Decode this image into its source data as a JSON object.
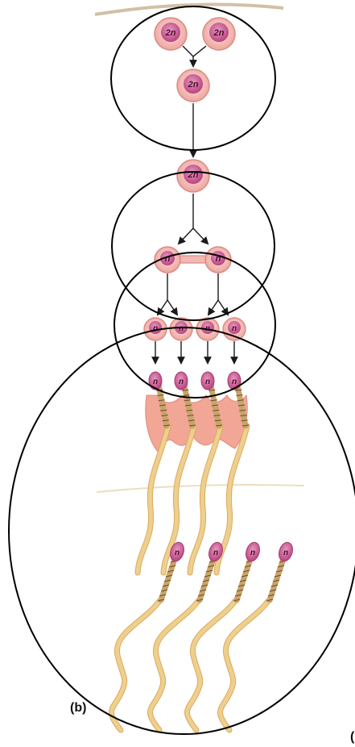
{
  "panel_label": "(b)",
  "edge_fragment": "(",
  "cell_labels": {
    "spermatogonium_a": "2n",
    "spermatogonium_b": "2n",
    "spermatogonium_c": "2n",
    "primary_spermatocyte": "2n",
    "secondary_left": "n",
    "secondary_right": "n",
    "spermatid_1": "n",
    "spermatid_2": "n",
    "spermatid_3": "n",
    "spermatid_4": "n",
    "head_1": "n",
    "head_2": "n",
    "head_3": "n",
    "head_4": "n",
    "sperm_1": "n",
    "sperm_2": "n",
    "sperm_3": "n",
    "sperm_4": "n"
  },
  "colors": {
    "cell_fill": "#f3b8b3",
    "cell_edge": "#d98b85",
    "nucleus": "#c9558f",
    "tail": "#efcf8e",
    "tail_edge": "#d9ab5c",
    "sertoli": "#f1a696",
    "membrane": "#d2c0a6",
    "arrow": "#1a1a1a",
    "circle": "#000000"
  }
}
